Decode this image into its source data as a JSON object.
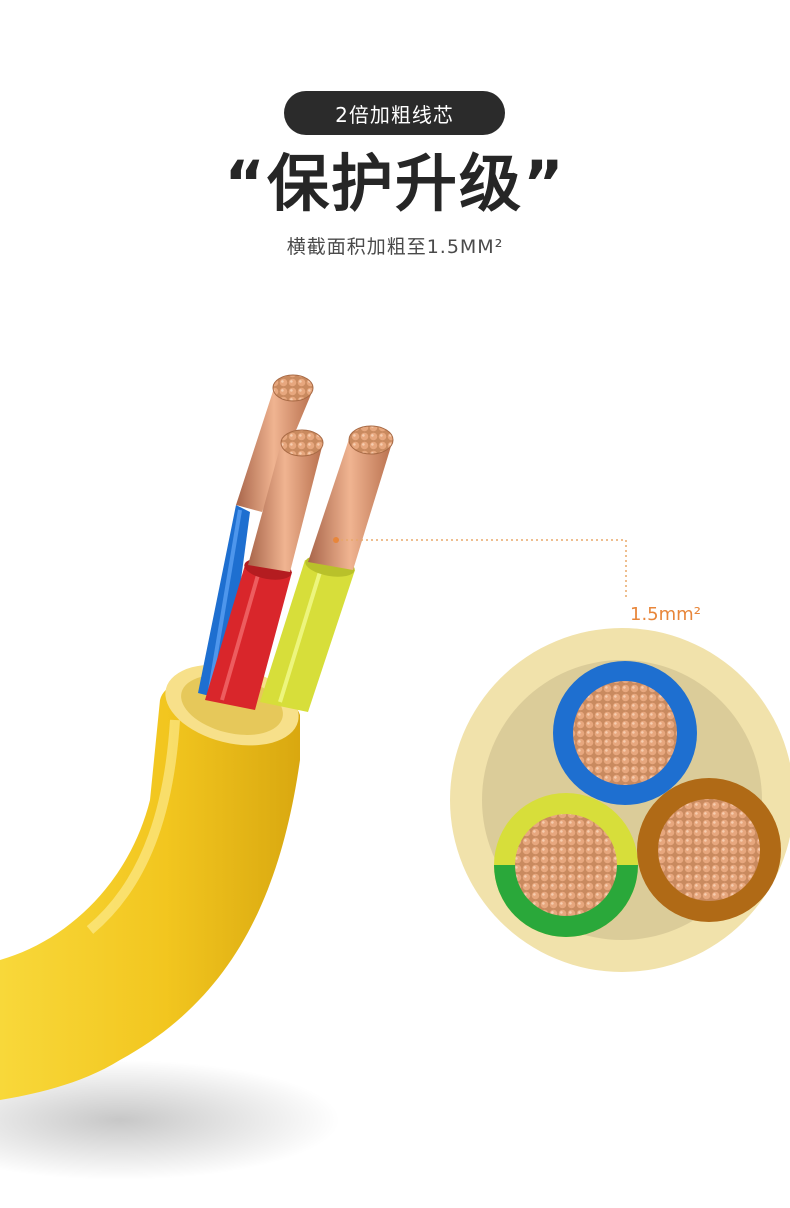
{
  "badge": {
    "label": "2倍加粗线芯"
  },
  "headline": {
    "text": "“保护升级”"
  },
  "subline": {
    "text": "横截面积加粗至1.5MM²"
  },
  "callout": {
    "label": "1.5mm²",
    "color": "#e8863a"
  },
  "colors": {
    "cable_jacket": "#f2c61f",
    "wire_blue": "#1e6fd0",
    "wire_red": "#d9262b",
    "wire_yellow_green": "#d7de3a",
    "wire_brown": "#b06a16",
    "copper": "#d9946a",
    "section_outer": "#f1e2ab",
    "section_inner": "#c9b98b"
  },
  "icons": [
    "cable-illustration",
    "cross-section-illustration"
  ]
}
